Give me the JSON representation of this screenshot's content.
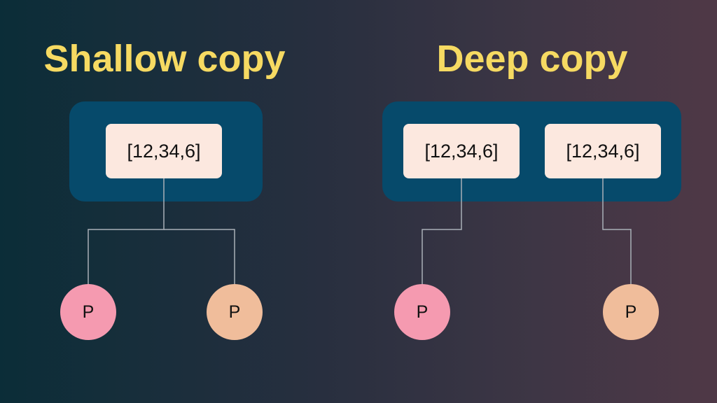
{
  "colors": {
    "title": "#f6da62",
    "container": "#064a6b",
    "array_box": "#fce8df",
    "connector": "#a9b0b8",
    "pointer_pink": "#f59ab0",
    "pointer_peach": "#f0bd9b"
  },
  "shallow": {
    "title": "Shallow copy",
    "array": "[12,34,6]",
    "pointers": [
      "P",
      "P"
    ]
  },
  "deep": {
    "title": "Deep copy",
    "arrays": [
      "[12,34,6]",
      "[12,34,6]"
    ],
    "pointers": [
      "P",
      "P"
    ]
  }
}
